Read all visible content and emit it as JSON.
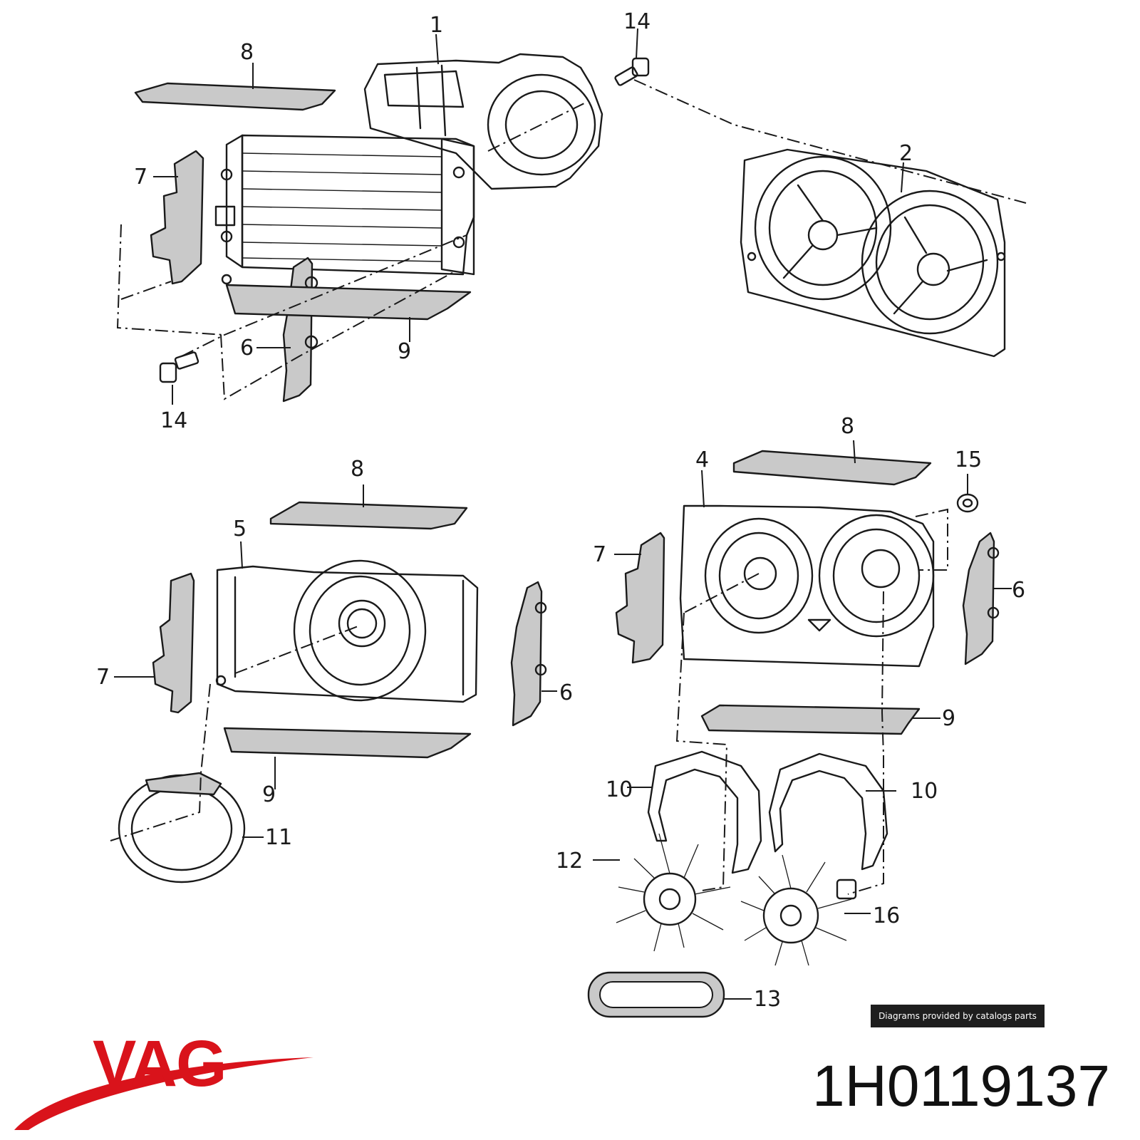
{
  "diagram": {
    "callouts": [
      "1",
      "2",
      "4",
      "5",
      "6",
      "7",
      "8",
      "9",
      "10",
      "11",
      "12",
      "13",
      "14",
      "15",
      "16"
    ]
  },
  "footer": {
    "credit": "Diagrams provided by catalogs parts",
    "brand": "VAG",
    "part_number": "1H0119137"
  },
  "colors": {
    "brand_red": "#d9131b",
    "credit_bg": "#1e1e1e"
  }
}
